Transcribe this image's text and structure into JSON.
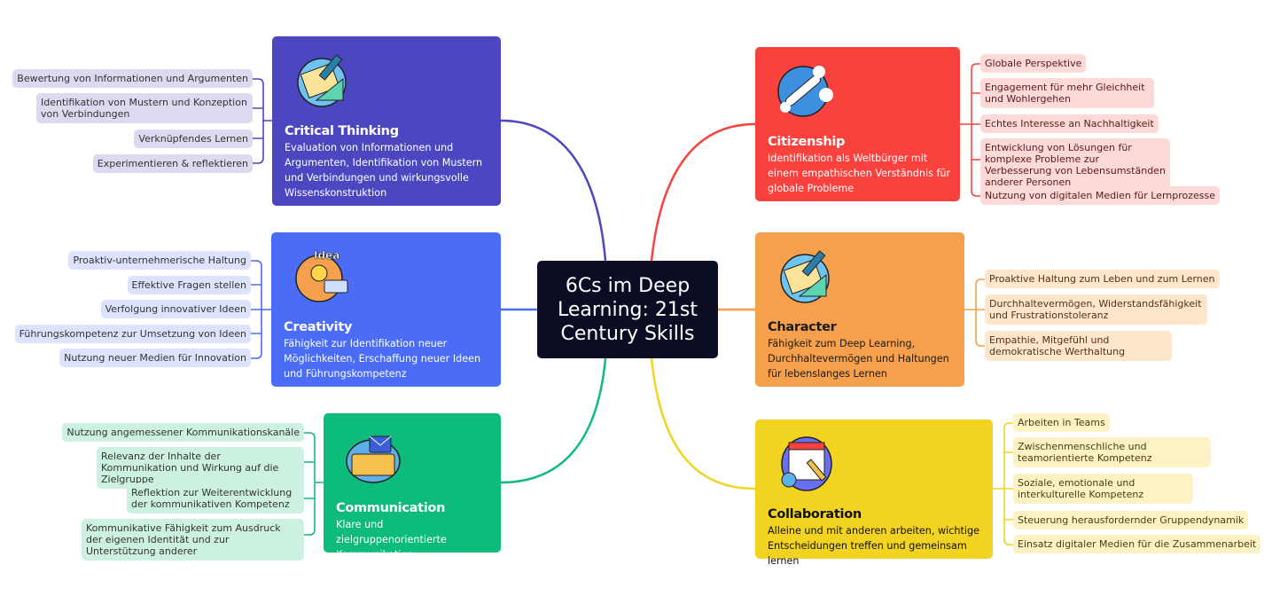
{
  "center": {
    "title": "6Cs im Deep Learning: 21st Century Skills"
  },
  "colors": {
    "critical": "#4c47c0",
    "creativity": "#4a6cf7",
    "communication": "#0dbb7a",
    "citizenship": "#f9423e",
    "character": "#f5a04c",
    "collaboration": "#f2d321"
  },
  "critical": {
    "title": "Critical Thinking",
    "icon": "notebook-ruler-icon",
    "desc": "Evaluation von Informationen und Argumenten, Identifikation von Mustern und Verbindungen und wirkungsvolle Wissenskonstruktion",
    "items": [
      "Bewertung von Informationen und Argumenten",
      "Identifikation von Mustern und Konzeption von Verbindungen",
      "Verknüpfendes Lernen",
      "Experimentieren & reflektieren"
    ]
  },
  "creativity": {
    "title": "Creativity",
    "icon": "idea-lightbulb-icon",
    "icon_text": "Idea",
    "desc": "Fähigkeit zur Identifikation neuer Möglichkeiten, Erschaffung neuer Ideen und Führungskompetenz",
    "items": [
      "Proaktiv-unternehmerische Haltung",
      "Effektive Fragen stellen",
      "Verfolgung innovativer Ideen",
      "Führungskompetenz zur Umsetzung von Ideen",
      "Nutzung neuer Medien für Innovation"
    ]
  },
  "communication": {
    "title": "Communication",
    "icon": "mail-folder-icon",
    "desc": "Klare und zielgruppenorientierte Kommunikation",
    "items": [
      "Nutzung angemessener Kommunikationskanäle",
      "Relevanz der Inhalte der Kommunikation und Wirkung auf die Zielgruppe",
      "Reflektion zur Weiterentwicklung der kommunikativen Kompetenz",
      "Kommunikative Fähigkeit zum Ausdruck der eigenen Identität und zur Unterstützung anderer"
    ]
  },
  "citizenship": {
    "title": "Citizenship",
    "icon": "airplane-globe-icon",
    "desc": "Identifikation als Weltbürger mit einem empathischen Verständnis für globale Probleme",
    "items": [
      "Globale Perspektive",
      "Engagement für mehr Gleichheit und Wohlergehen",
      "Echtes Interesse an Nachhaltigkeit",
      "Entwicklung von Lösungen für komplexe Probleme zur Verbesserung von Lebensumständen anderer Personen",
      "Nutzung von digitalen Medien für Lernprozesse"
    ]
  },
  "character": {
    "title": "Character",
    "icon": "notebook-ruler-icon",
    "desc": "Fähigkeit zum Deep Learning, Durchhaltevermögen und Haltungen für lebenslanges Lernen",
    "items": [
      "Proaktive Haltung zum Leben und zum Lernen",
      "Durchhaltevermögen, Widerstandsfähigkeit und Frustrationstoleranz",
      "Empathie, Mitgefühl und demokratische Werthaltung"
    ]
  },
  "collaboration": {
    "title": "Collaboration",
    "icon": "calendar-checklist-icon",
    "desc": "Alleine und mit anderen arbeiten, wichtige Entscheidungen treffen und gemeinsam lernen",
    "items": [
      "Arbeiten in Teams",
      "Zwischenmenschliche und teamorientierte Kompetenz",
      "Soziale, emotionale und interkulturelle Kompetenz",
      "Steuerung herausfordernder Gruppendynamik",
      "Einsatz digitaler Medien für die Zusammenarbeit"
    ]
  }
}
